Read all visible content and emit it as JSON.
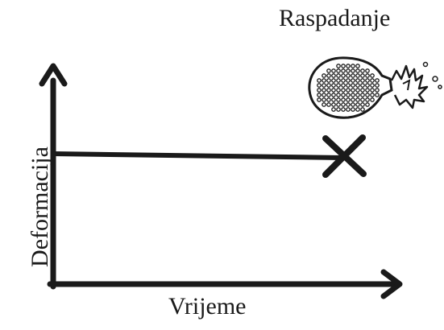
{
  "diagram": {
    "title": "Raspadanje",
    "x_axis_label": "Vrijeme",
    "y_axis_label": "Deformacija",
    "line_color": "#1a1a1a",
    "icons": [
      "breaking-cell-icon",
      "failure-x-icon"
    ]
  }
}
